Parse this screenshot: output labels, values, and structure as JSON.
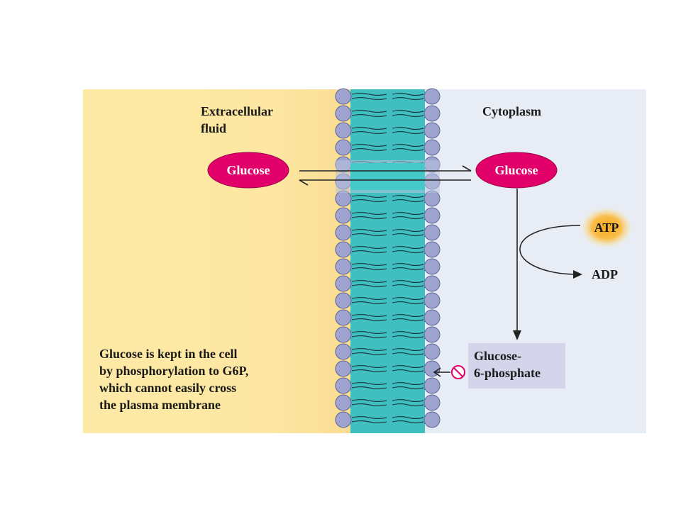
{
  "diagram": {
    "extracellular_label": [
      "Extracellular",
      "fluid"
    ],
    "cytoplasm_label": "Cytoplasm",
    "glucose_outside": "Glucose",
    "glucose_inside": "Glucose",
    "atp": "ATP",
    "adp": "ADP",
    "g6p_label": [
      "Glucose-",
      "6-phosphate"
    ],
    "caption": [
      "Glucose is kept in the cell",
      "by phosphorylation to G6P,",
      "which cannot easily cross",
      "the plasma membrane"
    ],
    "icons": {
      "blocked": "no-entry-icon"
    },
    "colors": {
      "glucose": "#e2006a",
      "atp_glow": "#f7a81b",
      "g6p_box": "#d4d4ea",
      "membrane_head": "#9ea3cf",
      "membrane_core": "#3fbfbf",
      "extracellular_bg": "#fde9a6",
      "cytoplasm_bg": "#e8edf5"
    }
  }
}
